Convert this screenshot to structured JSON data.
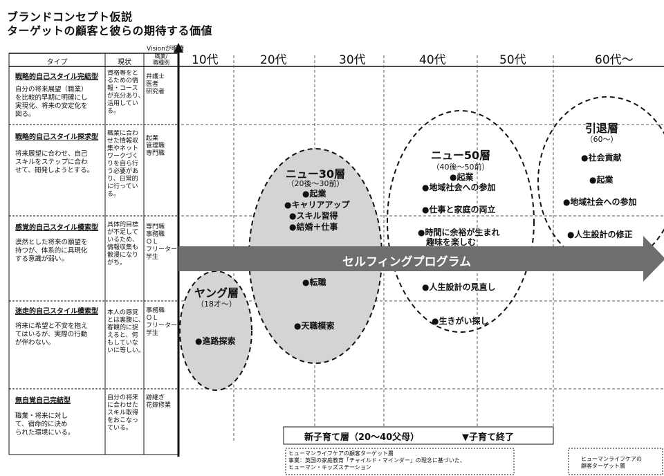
{
  "title": {
    "line1": "ブランドコンセプト仮説",
    "line2": "ターゲットの顧客と彼らの期待する価値"
  },
  "vision_label": "Visionが明確",
  "table_headers": {
    "type": "タイプ",
    "current": "現状",
    "occupation": "職業/\n職種例"
  },
  "rows": [
    {
      "name": "戦略的自己スタイル完結型",
      "desc": "自分の将来展望（職業）\nを比較的早期に明確にし\n実現化、将来の安定化を\n図る。",
      "current": "資格等をと\nるための情\n報・コース\nが充分あり、\n活用してい\nる。",
      "occupation": "弁護士\n医者\n研究者"
    },
    {
      "name": "戦略的自己スタイル探求型",
      "desc": "将来展望に合わせ、自己\nスキルをステップに合わ\nせて、開発しようとする。",
      "current": "職業に合わ\nせた情報収\n集やネット\nワークづく\nりを自ら行\nう必要があ\nり、日常的\nに行ってい\nる。",
      "occupation": "起業\n管理職\n専門職"
    },
    {
      "name": "感覚的自己スタイル模索型",
      "desc": "漠然とした将来の願望を\n持つが、体系的に具現化\nする意識が弱い。",
      "current": "具体的目標\nが不足して\nいるため、\n情報収集も\n散漫になり\nがち。",
      "occupation": "専門職\n事務職\nＯＬ\nフリーター\n学生"
    },
    {
      "name": "迷走的自己スタイル模索型",
      "desc": "将来に希望と不安を抱え\nてはいるが、実際の行動\nが伴わない。",
      "current": "本人の感覚\nとは裏腹に、\n客観的に捉\nえると、何\nもしていな\nいに等しい。",
      "occupation": "事務職\nＯＬ\nフリーター\n学生"
    },
    {
      "name": "無自覚自己完結型",
      "desc": "職業・将来に対し\nて、宿命的に決め\nられた環境にいる。",
      "current": "自分の将来\nに合わせた\nスキル取得\nをおこなっ\nている。",
      "occupation": "跡継ぎ\n花嫁修業"
    }
  ],
  "ages": [
    "10代",
    "20代",
    "30代",
    "40代",
    "50代",
    "60代〜"
  ],
  "layers": {
    "young": {
      "title": "ヤング層",
      "sub": "（18才〜）",
      "items": [
        "●進路探索"
      ]
    },
    "new30": {
      "title": "ニュー30層",
      "sub": "（20後〜30前）",
      "items": [
        "●起業",
        "●キャリアアップ",
        "●スキル習得",
        "●結婚＋仕事",
        "●転職",
        "●天職模索"
      ]
    },
    "new50": {
      "title": "ニュー50層",
      "sub": "（40後〜50前）",
      "items": [
        "●起業",
        "●地域社会への参加",
        "●仕事と家庭の両立",
        "●時間に余裕が生まれ\n　趣味を楽しむ",
        "●人生設計の見直し",
        "●生きがい探し"
      ]
    },
    "retired": {
      "title": "引退層",
      "sub": "（60〜）",
      "items": [
        "●社会貢献",
        "●起業",
        "●地域社会への参加",
        "●人生設計の修正"
      ]
    }
  },
  "arrow_label": "セルフィングプログラム",
  "child_box": {
    "left": "新子育て層（20〜40父母）",
    "right": "▼子育て終了"
  },
  "notes": {
    "left": "ヒューマンライフケアの顧客ターゲット層\n事業：英国の家庭教育「チャイルド・マインダー」の理念に基づいた、\nヒューマン・キッズステーション",
    "right": "ヒューマンライフケアの\n顧客ターゲット層"
  },
  "colors": {
    "ellipse_fill": "#d4d4d6",
    "arrow": "#6d6e70",
    "line": "#111111"
  }
}
